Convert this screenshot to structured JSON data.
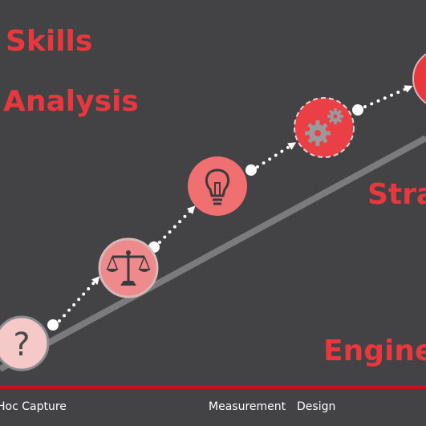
{
  "labels": {
    "skills": "Skills",
    "analysis": "Analysis",
    "strategy": "Stra",
    "engine": "Engine"
  },
  "axis": {
    "stage_1": "Hoc Capture",
    "stage_2": "Measurement",
    "stage_3": "Design"
  },
  "colors": {
    "background": "#434345",
    "accent": "#e8373d",
    "baseline": "#c2161c",
    "trend_line": "#7b7b7d",
    "node_pale": "#f6c9c9",
    "node_mid": "#ee8a8b",
    "node_bright": "#ea3f45"
  },
  "nodes": [
    {
      "name": "question-node",
      "icon": "question-mark-icon"
    },
    {
      "name": "scale-node",
      "icon": "balance-scale-icon"
    },
    {
      "name": "lightbulb-node",
      "icon": "lightbulb-icon"
    },
    {
      "name": "gears-node",
      "icon": "gears-icon"
    },
    {
      "name": "top-node",
      "icon": "partial-circle"
    }
  ]
}
